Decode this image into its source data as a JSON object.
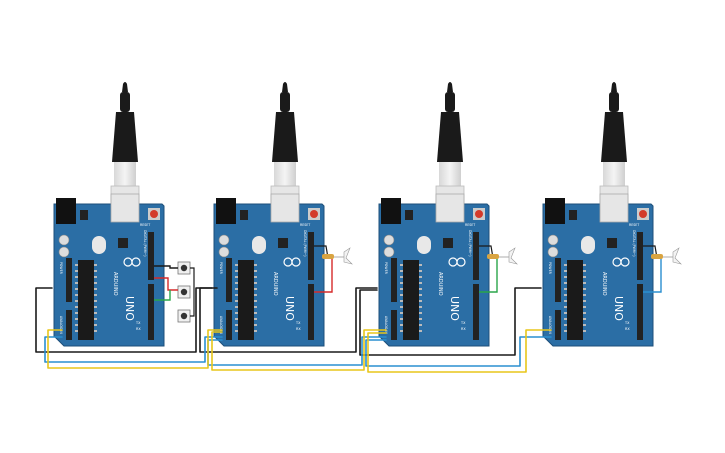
{
  "colors": {
    "board": "#2b6ea5",
    "board_edge": "#1d4f7a",
    "chip": "#1a1a1a",
    "header": "#222222",
    "cable": "#1a1a1a",
    "usb_metal": "#e6e6e6",
    "wire_black": "#1a1a1a",
    "wire_blue": "#2a8fd0",
    "wire_yellow": "#e8c61a",
    "wire_red": "#d62a2a",
    "wire_green": "#2aa64a",
    "reset": "#d33a2a",
    "silk": "#ffffff"
  },
  "boards": [
    {
      "id": "arduino-1",
      "model": "UNO",
      "brand": "ARDUINO",
      "label_reset": "RESET",
      "label_power": "POWER",
      "label_digital": "DIGITAL (PWM~)",
      "label_analog": "ANALOG IN",
      "label_tx": "TX",
      "label_rx": "RX",
      "attachment": "buttons"
    },
    {
      "id": "arduino-2",
      "model": "UNO",
      "brand": "ARDUINO",
      "label_reset": "RESET",
      "label_power": "POWER",
      "label_digital": "DIGITAL (PWM~)",
      "label_analog": "ANALOG IN",
      "label_tx": "TX",
      "label_rx": "RX",
      "attachment": "led-red"
    },
    {
      "id": "arduino-3",
      "model": "UNO",
      "brand": "ARDUINO",
      "label_reset": "RESET",
      "label_power": "POWER",
      "label_digital": "DIGITAL (PWM~)",
      "label_analog": "ANALOG IN",
      "label_tx": "TX",
      "label_rx": "RX",
      "attachment": "led-green"
    },
    {
      "id": "arduino-4",
      "model": "UNO",
      "brand": "ARDUINO",
      "label_reset": "RESET",
      "label_power": "POWER",
      "label_digital": "DIGITAL (PWM~)",
      "label_analog": "ANALOG IN",
      "label_tx": "TX",
      "label_rx": "RX",
      "attachment": "led-blue"
    }
  ]
}
